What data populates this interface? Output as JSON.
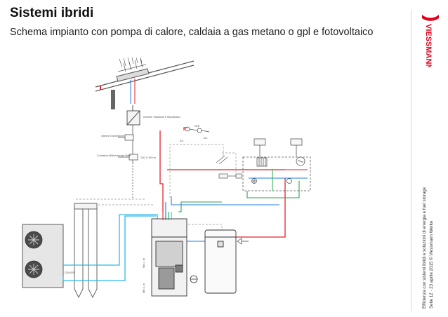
{
  "slide": {
    "title": "Sistemi ibridi",
    "subtitle": "Schema impianto con pompa di calore, caldaia a gas metano o gpl e fotovoltaico",
    "side_caption_line1": "Efficienza con sistemi ibridi e soluzioni di energia e fuel storage",
    "side_caption_line2": "Seite 12 · 23 aprile 2015 © Viessmann Werke"
  },
  "brand": {
    "name": "VIESSMANN",
    "color": "#e2001a"
  },
  "diagram": {
    "labels": {
      "inverter": "Inverter Impianto Fotovoltaico",
      "utenze": "Utenze Domestiche",
      "contatore": "Contatore Bidirezionale Rete",
      "voltage": "230 V 50 Hz",
      "ac": "AC",
      "ac2": "AC",
      "nfb": "NFB",
      "min_distance_1": "Min 1 m",
      "min_distance_2": "Min 1 m",
      "outdoor_unit_note": "230/400V"
    },
    "colors": {
      "flow": "#e8202a",
      "return": "#1f7fe0",
      "cold_water": "#2fb8e8",
      "gas_line": "#27a845",
      "grid_line": "#999999",
      "schematic": "#555555"
    }
  }
}
